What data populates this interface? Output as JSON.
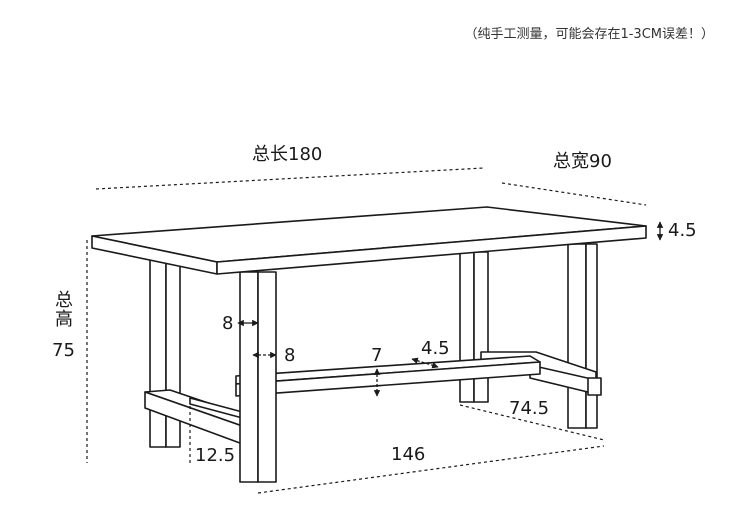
{
  "note": "（纯手工测量，可能会存在1-3CM误差！）",
  "dimensions": {
    "total_length": "总长180",
    "total_width": "总宽90",
    "total_height_label": "总高",
    "total_height_value": "75",
    "top_thickness": "4.5",
    "leg_depth": "8",
    "leg_width": "8",
    "stretcher_height": "7",
    "stretcher_thickness": "4.5",
    "inner_width": "74.5",
    "foot_height": "12.5",
    "inner_length": "146"
  },
  "colors": {
    "line": "#1a1a1a",
    "fill": "#ffffff"
  }
}
